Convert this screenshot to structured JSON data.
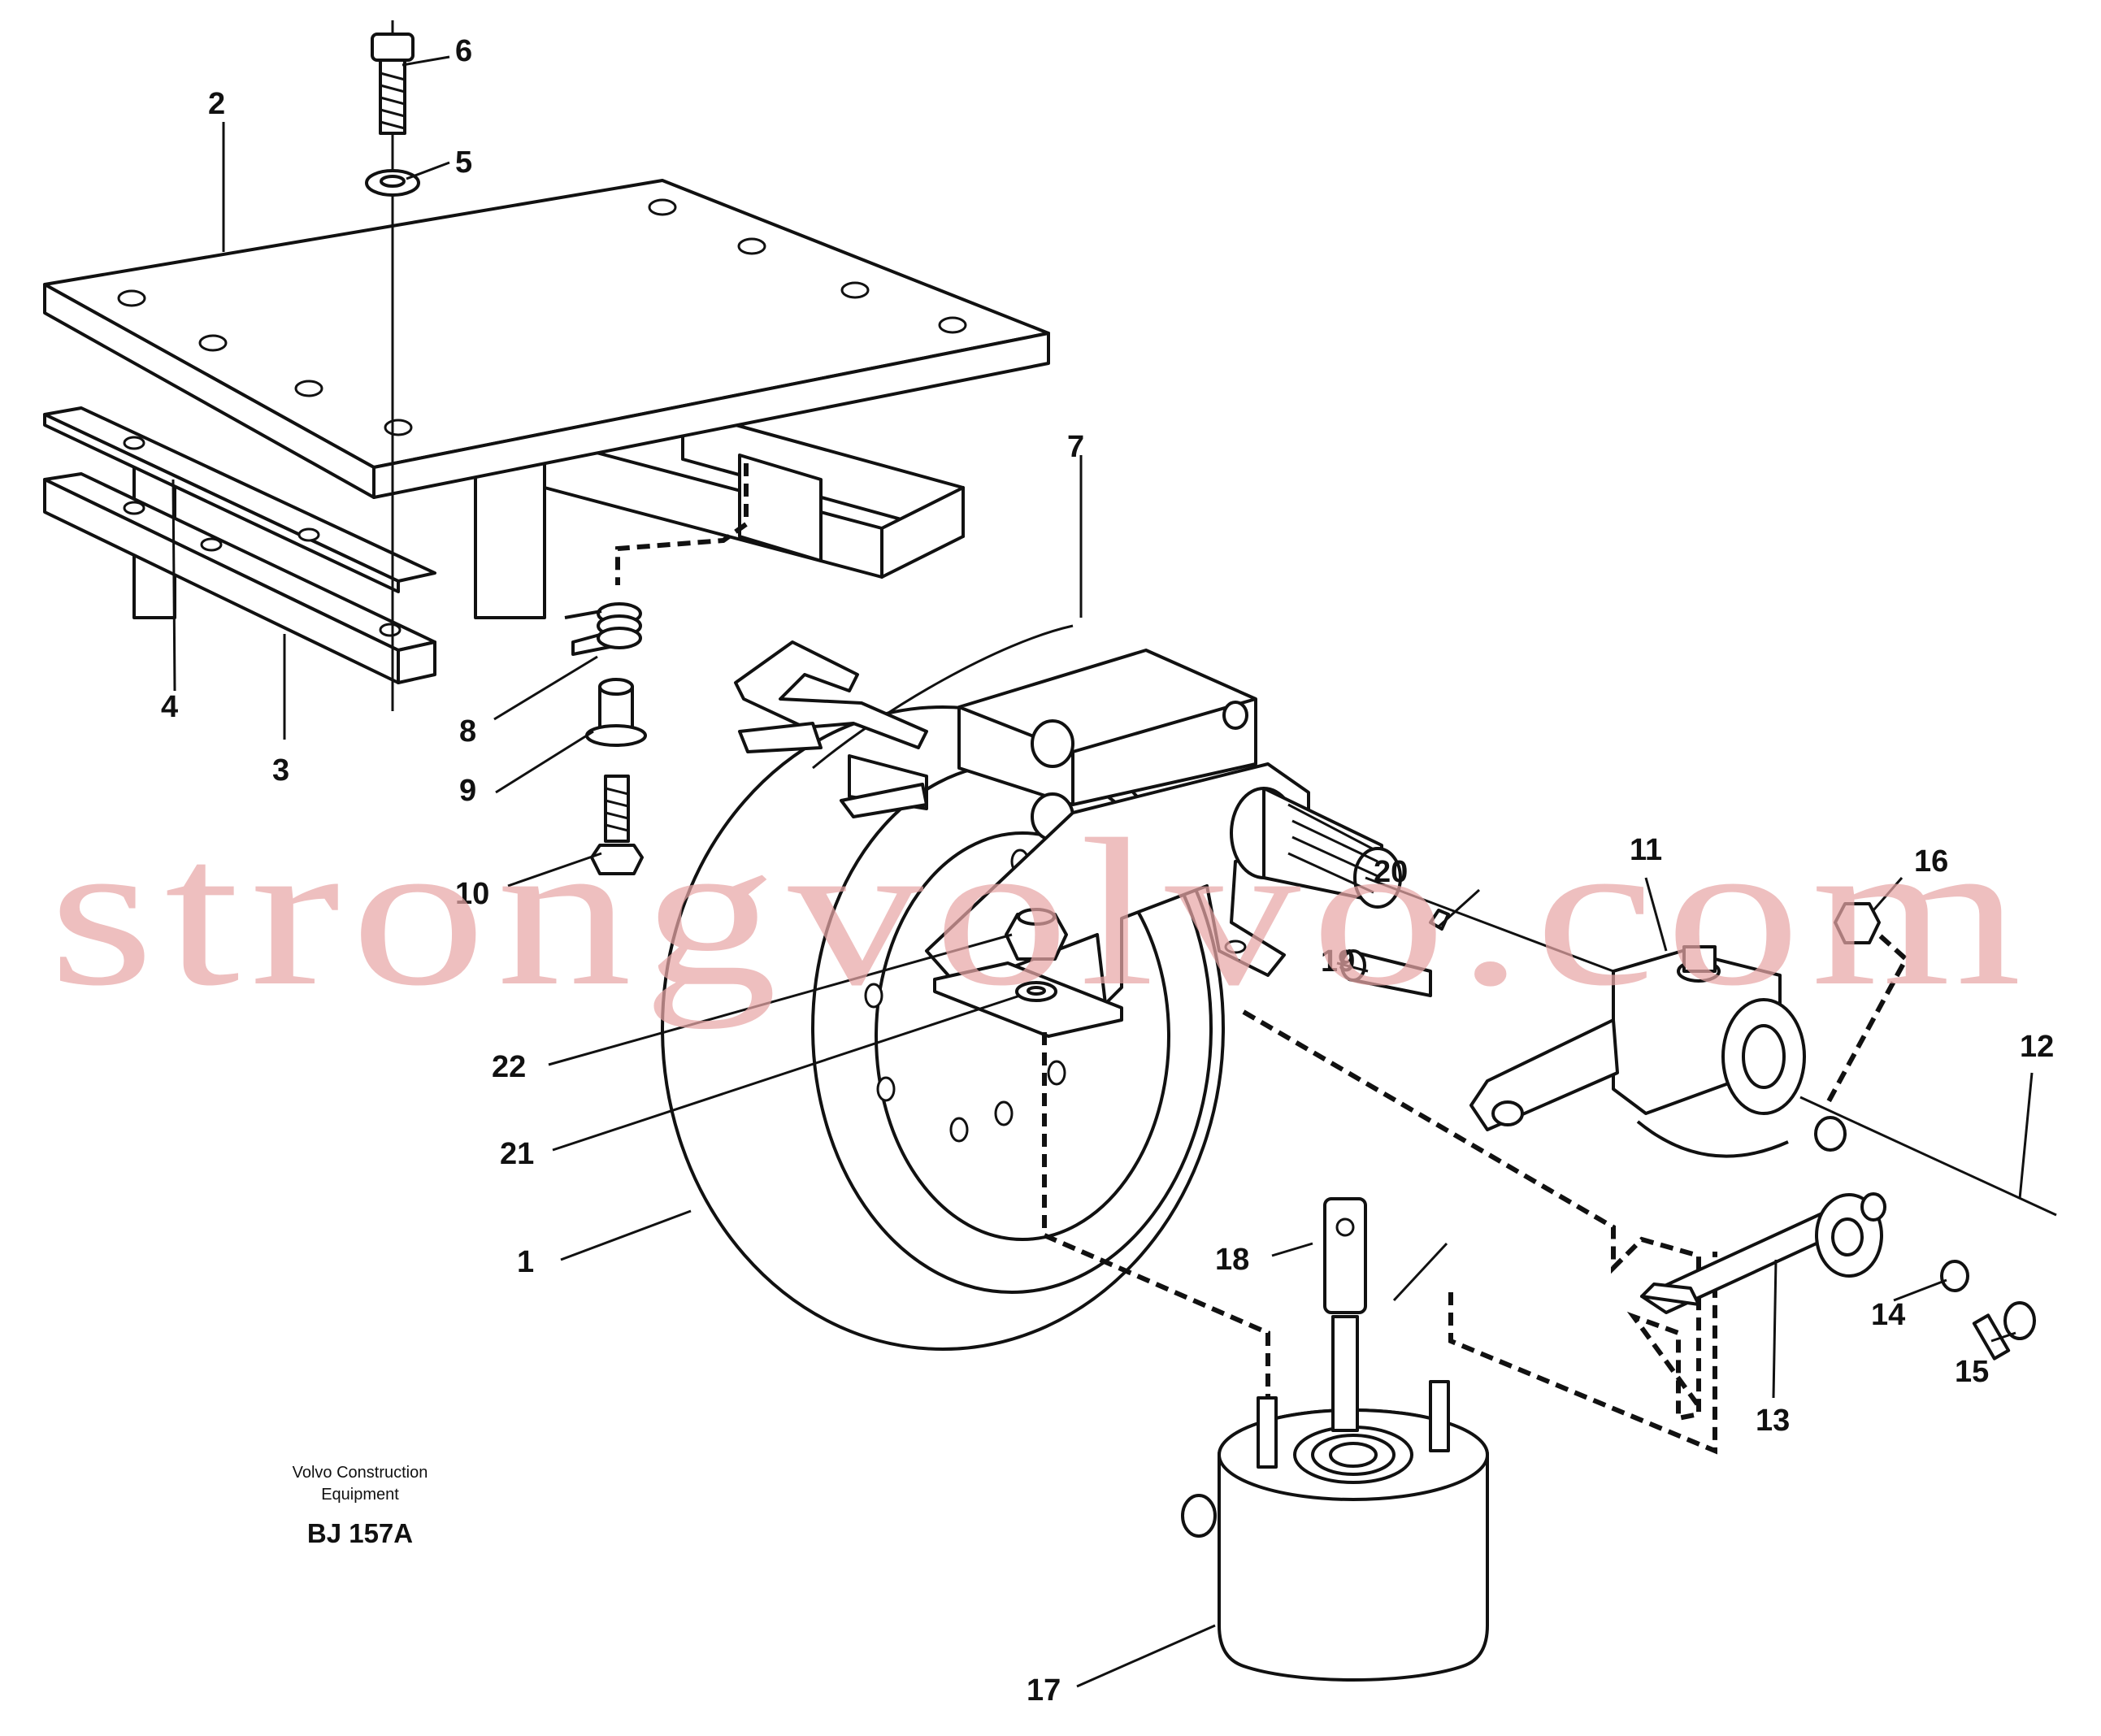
{
  "diagram": {
    "callouts": [
      {
        "id": "1",
        "label": "1"
      },
      {
        "id": "2",
        "label": "2"
      },
      {
        "id": "3",
        "label": "3"
      },
      {
        "id": "4",
        "label": "4"
      },
      {
        "id": "5",
        "label": "5"
      },
      {
        "id": "6",
        "label": "6"
      },
      {
        "id": "7",
        "label": "7"
      },
      {
        "id": "8",
        "label": "8"
      },
      {
        "id": "9",
        "label": "9"
      },
      {
        "id": "10",
        "label": "10"
      },
      {
        "id": "11",
        "label": "11"
      },
      {
        "id": "12",
        "label": "12"
      },
      {
        "id": "13",
        "label": "13"
      },
      {
        "id": "14",
        "label": "14"
      },
      {
        "id": "15",
        "label": "15"
      },
      {
        "id": "16",
        "label": "16"
      },
      {
        "id": "17",
        "label": "17"
      },
      {
        "id": "18",
        "label": "18"
      },
      {
        "id": "19",
        "label": "19"
      },
      {
        "id": "20",
        "label": "20"
      },
      {
        "id": "21",
        "label": "21"
      },
      {
        "id": "22",
        "label": "22"
      }
    ],
    "caption_line1": "Volvo Construction",
    "caption_line2": "Equipment",
    "code": "BJ 157A",
    "watermark": "strongvolvo.com"
  }
}
